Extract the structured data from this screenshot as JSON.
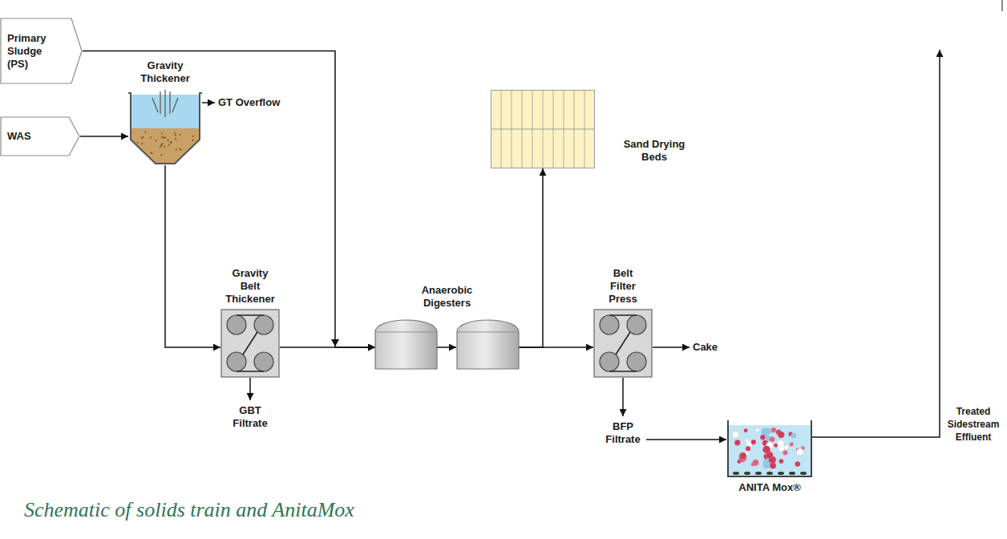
{
  "diagram": {
    "caption": "Schematic of solids train and AnitaMox",
    "nodes": [
      {
        "text": [
          "Primary Sludge (PS)"
        ]
      },
      {
        "text": [
          "WAS"
        ]
      },
      {
        "text": [
          "Gravity Thickener"
        ]
      },
      {
        "text": [
          "Gravity Belt Thickener"
        ]
      },
      {
        "text": [
          "Anaerobic Digesters"
        ]
      },
      {
        "text": [
          "Sand Drying Beds"
        ]
      },
      {
        "text": [
          "Belt Filter Press"
        ]
      },
      {
        "text": [
          "ANITA Mox®"
        ]
      }
    ],
    "edges": [
      {
        "from": 0,
        "to": 4,
        "arrow": "to"
      },
      {
        "from": 1,
        "to": 2,
        "arrow": "to"
      },
      {
        "from": 2,
        "to": 3,
        "arrow": "to"
      },
      {
        "from": 3,
        "to": 4,
        "arrow": "to"
      },
      {
        "from": 4,
        "to": 5,
        "arrow": "to"
      },
      {
        "from": 4,
        "to": 6,
        "arrow": "to"
      }
    ],
    "labels": [
      "GT Overflow",
      "GBT Filtrate",
      "Cake",
      "BFP Filtrate",
      "Treated Sidestream Effluent"
    ]
  }
}
